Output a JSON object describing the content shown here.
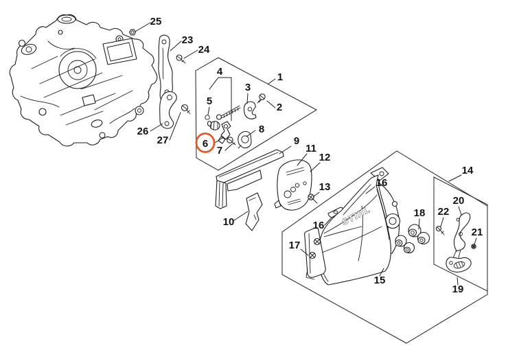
{
  "diagram": {
    "description": "Exploded parts diagram - chainsaw crankcase, chain tensioner and sprocket cover",
    "brand_text": "STIHL",
    "colors": {
      "background": "#ffffff",
      "line": "#1c1c1c",
      "highlight": "#e05a28"
    },
    "selected_part": "6",
    "callouts": [
      {
        "id": "25",
        "label": "25",
        "circled": false
      },
      {
        "id": "23",
        "label": "23",
        "circled": false
      },
      {
        "id": "24",
        "label": "24",
        "circled": false
      },
      {
        "id": "26",
        "label": "26",
        "circled": false
      },
      {
        "id": "27",
        "label": "27",
        "circled": false
      },
      {
        "id": "4",
        "label": "4",
        "circled": false
      },
      {
        "id": "5",
        "label": "5",
        "circled": false
      },
      {
        "id": "3",
        "label": "3",
        "circled": false
      },
      {
        "id": "1",
        "label": "1",
        "circled": false
      },
      {
        "id": "2",
        "label": "2",
        "circled": false
      },
      {
        "id": "8",
        "label": "8",
        "circled": false
      },
      {
        "id": "6",
        "label": "6",
        "circled": true
      },
      {
        "id": "7",
        "label": "7",
        "circled": false
      },
      {
        "id": "9",
        "label": "9",
        "circled": false
      },
      {
        "id": "11",
        "label": "11",
        "circled": false
      },
      {
        "id": "12",
        "label": "12",
        "circled": false
      },
      {
        "id": "13",
        "label": "13",
        "circled": false
      },
      {
        "id": "10",
        "label": "10",
        "circled": false
      },
      {
        "id": "16-top",
        "label": "16",
        "circled": false
      },
      {
        "id": "16-left",
        "label": "16",
        "circled": false
      },
      {
        "id": "17",
        "label": "17",
        "circled": false
      },
      {
        "id": "18",
        "label": "18",
        "circled": false
      },
      {
        "id": "15",
        "label": "15",
        "circled": false
      },
      {
        "id": "14",
        "label": "14",
        "circled": false
      },
      {
        "id": "20",
        "label": "20",
        "circled": false
      },
      {
        "id": "22",
        "label": "22",
        "circled": false
      },
      {
        "id": "21",
        "label": "21",
        "circled": false
      },
      {
        "id": "19",
        "label": "19",
        "circled": false
      }
    ]
  }
}
